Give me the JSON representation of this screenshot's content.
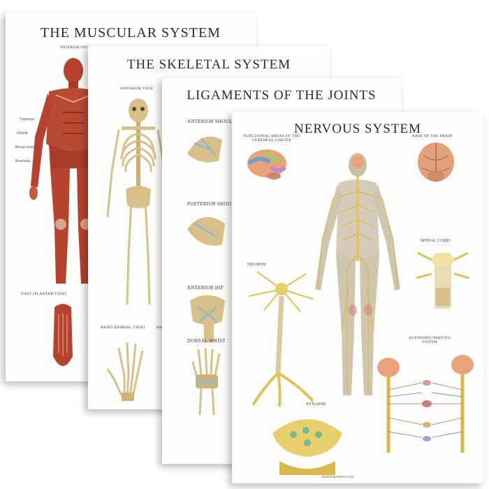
{
  "posters": {
    "muscular": {
      "title": "THE MUSCULAR SYSTEM",
      "sections": {
        "anterior_view": "ANTERIOR VIEW",
        "foot": "FOOT (PLANTAR VIEW)"
      }
    },
    "skeletal": {
      "title": "THE SKELETAL SYSTEM",
      "sections": {
        "anterior_view": "ANTERIOR VIEW",
        "hand_dorsal": "HAND (DORSAL VIEW)",
        "hand_short": "HA"
      }
    },
    "ligaments": {
      "title": "LIGAMENTS OF THE JOINTS",
      "sections": {
        "anterior_shoulder": "ANTERIOR SHOULDER",
        "posterior_shoulder": "POSTERIOR SHOULDER",
        "anterior_hip": "ANTERIOR HIP",
        "dorsal_wrist": "DORSAL WRIST"
      }
    },
    "nervous": {
      "title": "NERVOUS SYSTEM",
      "sections": {
        "functional_areas": "FUNCTIONAL AREAS OF THE CEREBRAL CORTEX",
        "base_of_brain": "BASE OF THE BRAIN",
        "neuron": "NEURON",
        "spinal_cord": "SPINAL CORD",
        "synapse": "SYNAPSE",
        "autonomic": "AUTONOMIC NERVOUS SYSTEM"
      },
      "footer": "anatomyposters.com"
    }
  },
  "colors": {
    "muscle": "#b5432e",
    "bone": "#d8c08a",
    "nerve": "#d9b84a",
    "brain": "#e9a27a",
    "title_text": "#2b2b2b"
  }
}
